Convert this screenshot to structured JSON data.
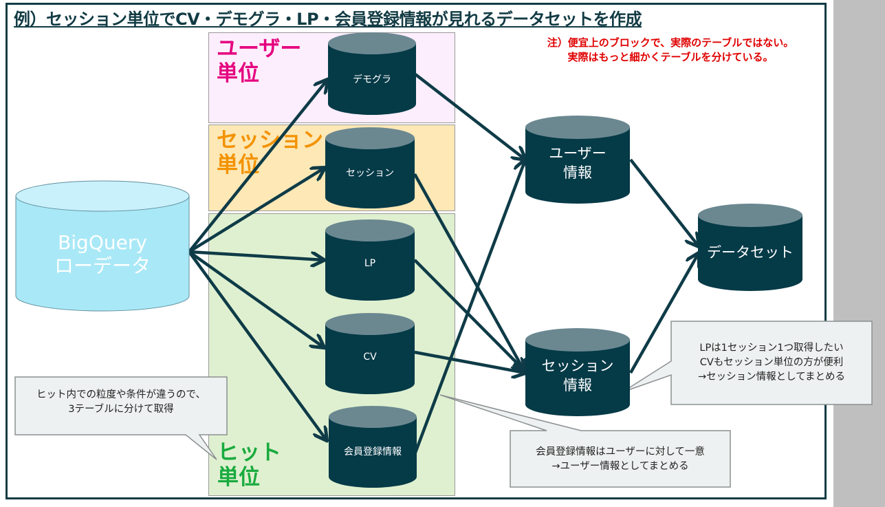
{
  "title": "例）セッション単位でCV・デモグラ・LP・会員登録情報が見れるデータセットを作成",
  "note": {
    "line1": "注）便宜上のブロックで、実際のテーブルではない。",
    "line2": "実際はもっと細かくテーブルを分けている。",
    "color": "#e00000"
  },
  "bands": {
    "user": {
      "label": "ユーザー\n単位",
      "color": "#e5007f",
      "fill": "#fdeefd"
    },
    "session": {
      "label": "セッション\n単位",
      "color": "#f39200",
      "fill": "#fde8b6"
    },
    "hit": {
      "label": "ヒット\n単位",
      "color": "#1aab3f",
      "fill": "#dff0d0"
    }
  },
  "nodes": {
    "bigquery": "BigQuery\nローデータ",
    "demographics": "デモグラ",
    "session": "セッション",
    "lp": "LP",
    "cv": "CV",
    "member_registration": "会員登録情報",
    "user_info": "ユーザー\n情報",
    "session_info": "セッション\n情報",
    "dataset": "データセット"
  },
  "callouts": {
    "hit_split": "ヒット内での粒度や条件が違うので、\n3テーブルに分けて取得",
    "lp_cv": "LPは1セッション1つ取得したい\nCVもセッション単位の方が便利\n→セッション情報としてまとめる",
    "member": "会員登録情報はユーザーに対して一意\n→ユーザー情報としてまとめる"
  },
  "colors": {
    "cylinder_dark": "#053a47",
    "cylinder_dark_top": "#6b8891",
    "cylinder_light": "#a9e8f7",
    "cylinder_light_top": "#c9f1fb",
    "arrow": "#0e3b47",
    "frame": "#123b44"
  }
}
